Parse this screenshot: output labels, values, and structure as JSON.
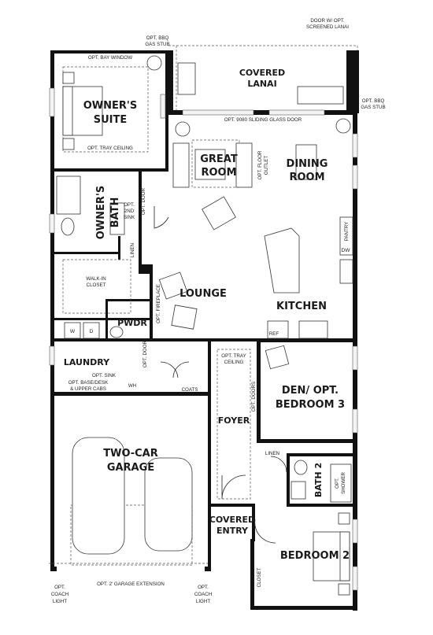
{
  "rooms": {
    "owners_suite": [
      "OWNER'S",
      "SUITE"
    ],
    "covered_lanai": [
      "COVERED",
      "LANAI"
    ],
    "great_room": [
      "GREAT",
      "ROOM"
    ],
    "dining_room": [
      "DINING",
      "ROOM"
    ],
    "owners_bath": [
      "OWNER'S",
      "BATH"
    ],
    "lounge": "LOUNGE",
    "kitchen": "KITCHEN",
    "pwdr": "PWDR",
    "laundry": "LAUNDRY",
    "den": [
      "DEN/ OPT.",
      "BEDROOM 3"
    ],
    "foyer": "FOYER",
    "garage": [
      "TWO-CAR",
      "GARAGE"
    ],
    "bath2": "BATH 2",
    "covered_entry": [
      "COVERED",
      "ENTRY"
    ],
    "bedroom2": "BEDROOM 2"
  },
  "notes": {
    "bbq_top": [
      "OPT. BBQ",
      "GAS STUB"
    ],
    "door_screened": [
      "DOOR W/ OPT.",
      "SCREENED LANAI"
    ],
    "bay_window": "OPT. BAY WINDOW",
    "tray_ceiling_owner": "OPT. TRAY CEILING",
    "sliding_door": "OPT. 9080 SLIDING GLASS DOOR",
    "bbq_right": [
      "OPT. BBQ",
      "GAS STUB"
    ],
    "floor_outlet": [
      "OPT. FLOOR",
      "OUTLET"
    ],
    "second_sink": [
      "OPT.",
      "2ND",
      "SINK"
    ],
    "opt_door_bath": "OPT. DOOR",
    "linen_owner": "LINEN",
    "pantry": "PANTRY",
    "dw": "DW",
    "walk_in_closet": [
      "WALK-IN",
      "CLOSET"
    ],
    "opt_fireplace": "OPT. FIREPLACE",
    "w": "W",
    "d": "D",
    "opt_door_pwdr": "OPT. DOOR",
    "ref": "REF",
    "opt_sink": "OPT. SINK",
    "base_desk": [
      "OPT. BASE/DESK",
      "& UPPER CABS"
    ],
    "wh": "WH",
    "coats": "COATS",
    "tray_ceiling_foyer": [
      "OPT. TRAY",
      "CEILING"
    ],
    "opt_doors": "OPT. DOORS",
    "linen_bath2": "LINEN",
    "opt_shower": [
      "OPT.",
      "SHOWER"
    ],
    "closet": "CLOSET",
    "garage_ext": "OPT. 2' GARAGE EXTENSION",
    "coach_left": [
      "OPT.",
      "COACH",
      "LIGHT"
    ],
    "coach_right": [
      "OPT.",
      "COACH",
      "LIGHT"
    ]
  }
}
